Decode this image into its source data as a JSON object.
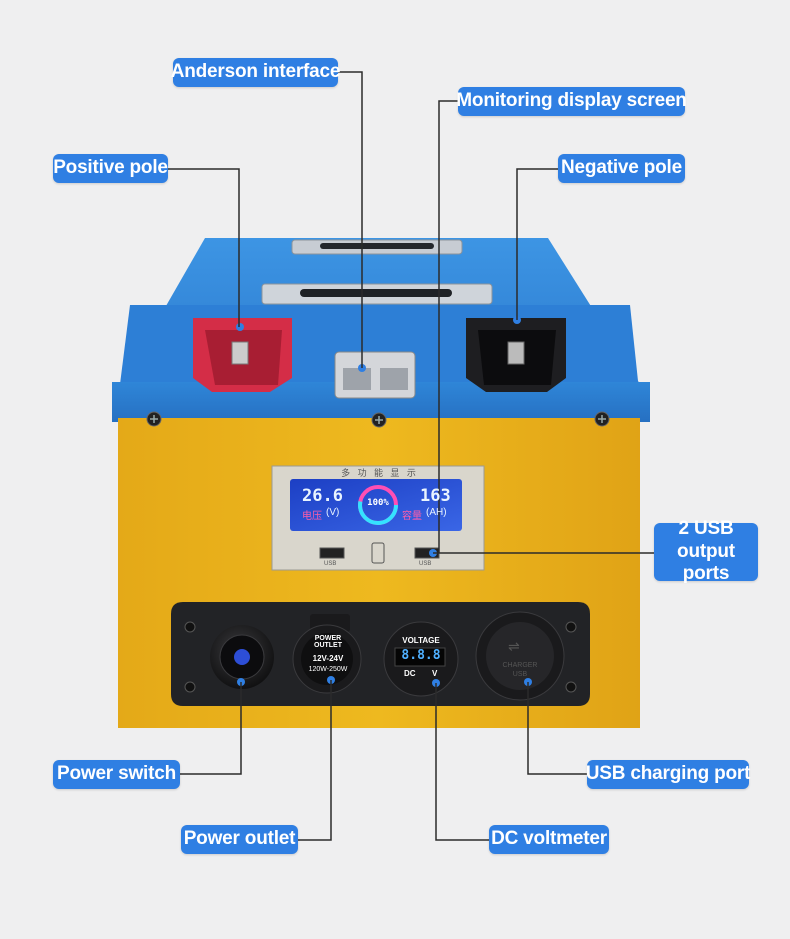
{
  "callouts": {
    "anderson": "Anderson interface",
    "monitoring": "Monitoring display screen",
    "positive": "Positive pole",
    "negative": "Negative pole",
    "usb_output_line1": "2 USB",
    "usb_output_line2": "output ports",
    "power_switch": "Power switch",
    "usb_charging": "USB charging port",
    "power_outlet": "Power outlet",
    "dc_voltmeter": "DC voltmeter"
  },
  "display": {
    "header": "多 功 能 显 示",
    "voltage_value": "26.6",
    "voltage_label": "电压",
    "voltage_unit": "(V)",
    "percent": "100%",
    "capacity_value": "163",
    "capacity_label": "容量",
    "capacity_unit": "(AH)",
    "usb_left": "USB",
    "usb_right": "USB"
  },
  "outlet": {
    "text_arc": "POWER OUTLET",
    "voltage": "12V-24V",
    "wattage": "120W-250W"
  },
  "voltmeter": {
    "title": "VOLTAGE",
    "reading": "8.8.8",
    "dc": "DC",
    "v": "V"
  },
  "charger": {
    "line1": "CHARGER",
    "line2": "USB"
  },
  "colors": {
    "callout_bg": "#2f7fe3",
    "battery_blue": "#2f86d8",
    "battery_yellow": "#e9b21c",
    "positive_red": "#d9304a",
    "negative_black": "#1c1c1e"
  }
}
